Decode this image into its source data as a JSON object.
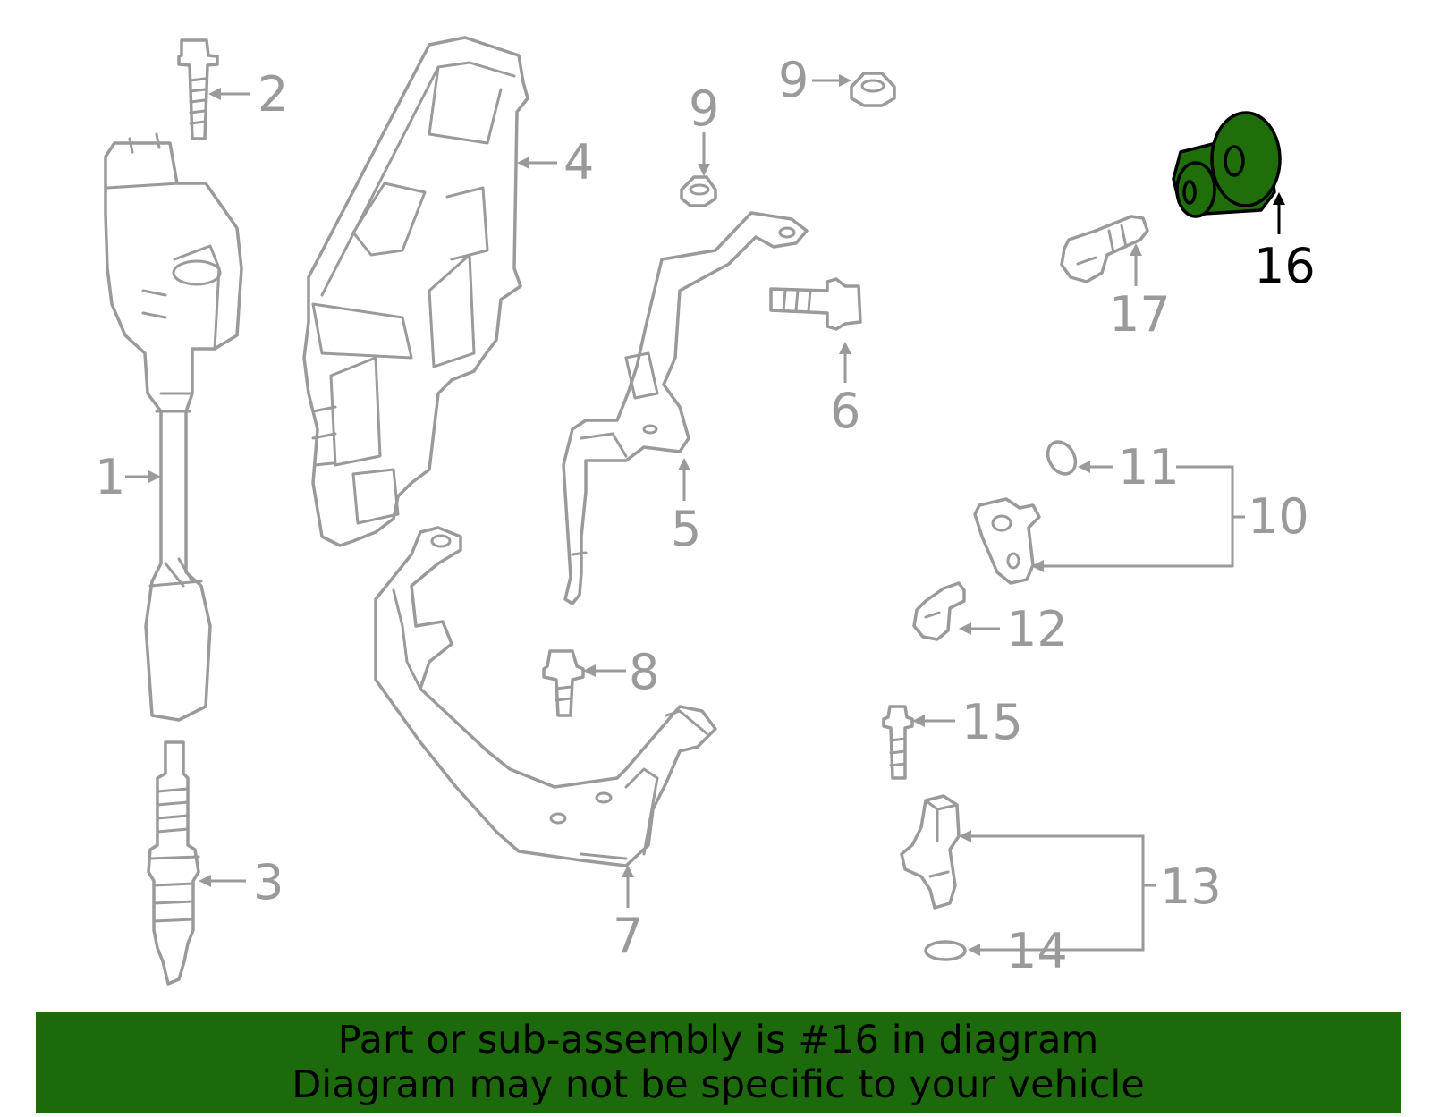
{
  "diagram": {
    "highlight_color": "#1f6e0a",
    "part_stroke_color": "#9a9a9a",
    "callouts": {
      "c1": "1",
      "c2": "2",
      "c3": "3",
      "c4": "4",
      "c5": "5",
      "c6": "6",
      "c7": "7",
      "c8": "8",
      "c9a": "9",
      "c9b": "9",
      "c10": "10",
      "c11": "11",
      "c12": "12",
      "c13": "13",
      "c14": "14",
      "c15": "15",
      "c16": "16",
      "c17": "17"
    }
  },
  "banner": {
    "background": "#1c6a0c",
    "line1": "Part or sub-assembly is #16 in diagram",
    "line2": "Diagram may not be specific to your vehicle"
  }
}
